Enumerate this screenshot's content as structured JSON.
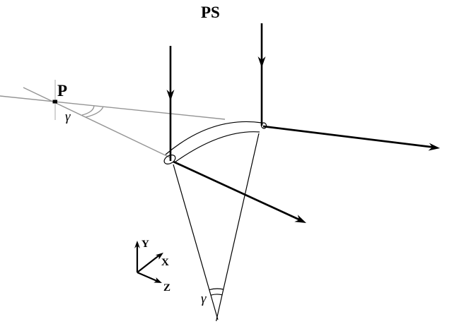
{
  "title": "PS",
  "source": {
    "point_label": "P",
    "angle_label": "γ"
  },
  "apex": {
    "angle_label": "γ"
  },
  "axes": {
    "x_label": "X",
    "y_label": "Y",
    "z_label": "Z"
  },
  "colors": {
    "ink": "#000000",
    "ray": "#959595",
    "tick": "#b8b8b8",
    "background": "#ffffff"
  }
}
